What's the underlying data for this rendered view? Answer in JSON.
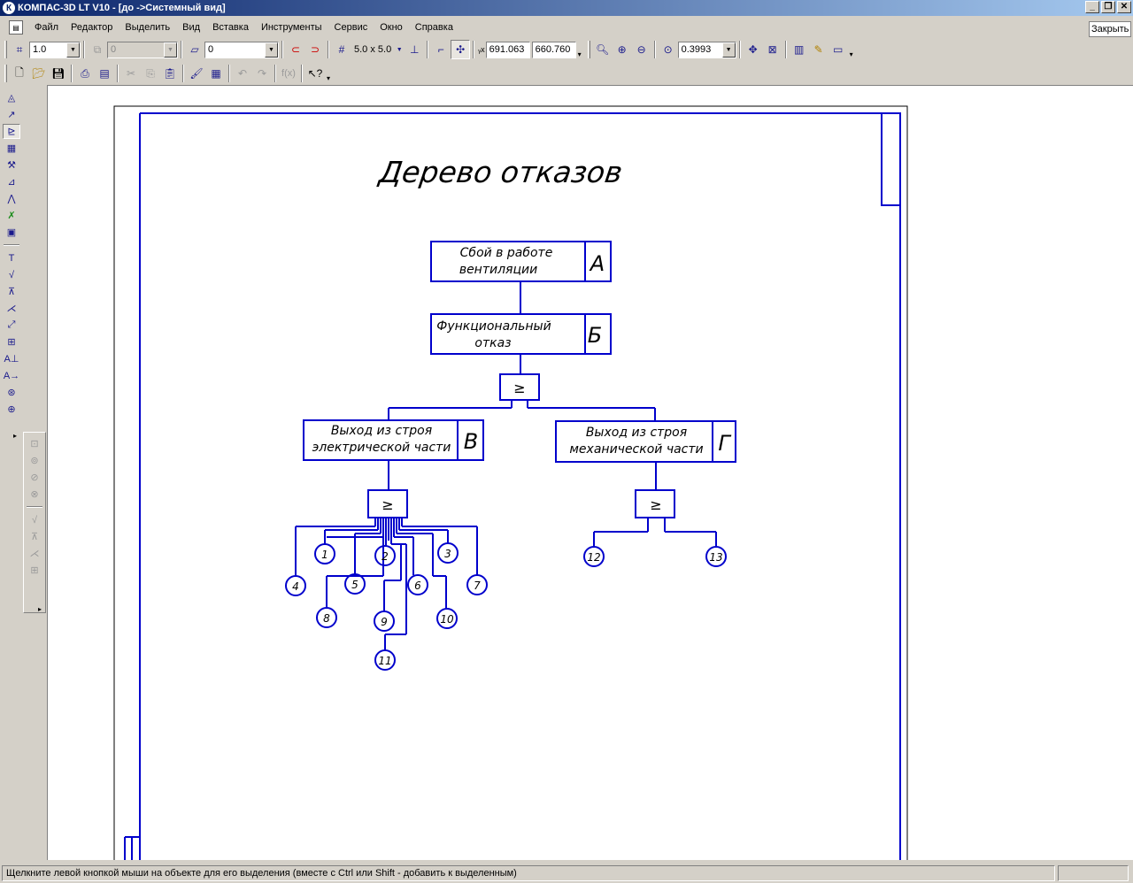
{
  "window": {
    "title": "КОМПАС-3D LT V10 - [до ->Системный вид]",
    "app_icon": "К"
  },
  "menu": {
    "items": [
      "Файл",
      "Редактор",
      "Выделить",
      "Вид",
      "Вставка",
      "Инструменты",
      "Сервис",
      "Окно",
      "Справка"
    ],
    "close_label": "Закрыть"
  },
  "toolbar": {
    "scale_value": "1.0",
    "layer_value": "0",
    "style_value": "0",
    "grid_step": "5.0 x 5.0",
    "coord_x": "691.063",
    "coord_y": "660.760",
    "zoom_value": "0.3993",
    "formula_label": "f(x)"
  },
  "drawing": {
    "title": "Дерево отказов",
    "events": [
      {
        "id": "top",
        "line1": "Сбой в работе",
        "line2": "вентиляции",
        "code": "А"
      },
      {
        "id": "func",
        "line1": "Функциональный",
        "line2": "отказ",
        "code": "Б"
      },
      {
        "id": "elec",
        "line1": "Выход из строя",
        "line2": "электрической части",
        "code": "В"
      },
      {
        "id": "mech",
        "line1": "Выход из строя",
        "line2": "механической части",
        "code": "Г"
      }
    ],
    "gate_symbol": "≥",
    "leaves": [
      "1",
      "2",
      "3",
      "4",
      "5",
      "6",
      "7",
      "8",
      "9",
      "10",
      "11",
      "12",
      "13"
    ],
    "line_color": "#0000cc",
    "text_color": "#000000"
  },
  "status": {
    "hint": "Щелкните левой кнопкой мыши на объекте для его выделения (вместе с Ctrl или Shift - добавить к выделенным)",
    "extra": ""
  },
  "colors": {
    "titlebar_start": "#0a246a",
    "titlebar_end": "#a6caf0",
    "chrome": "#d4d0c8",
    "drawing_lines": "#0000cc"
  }
}
